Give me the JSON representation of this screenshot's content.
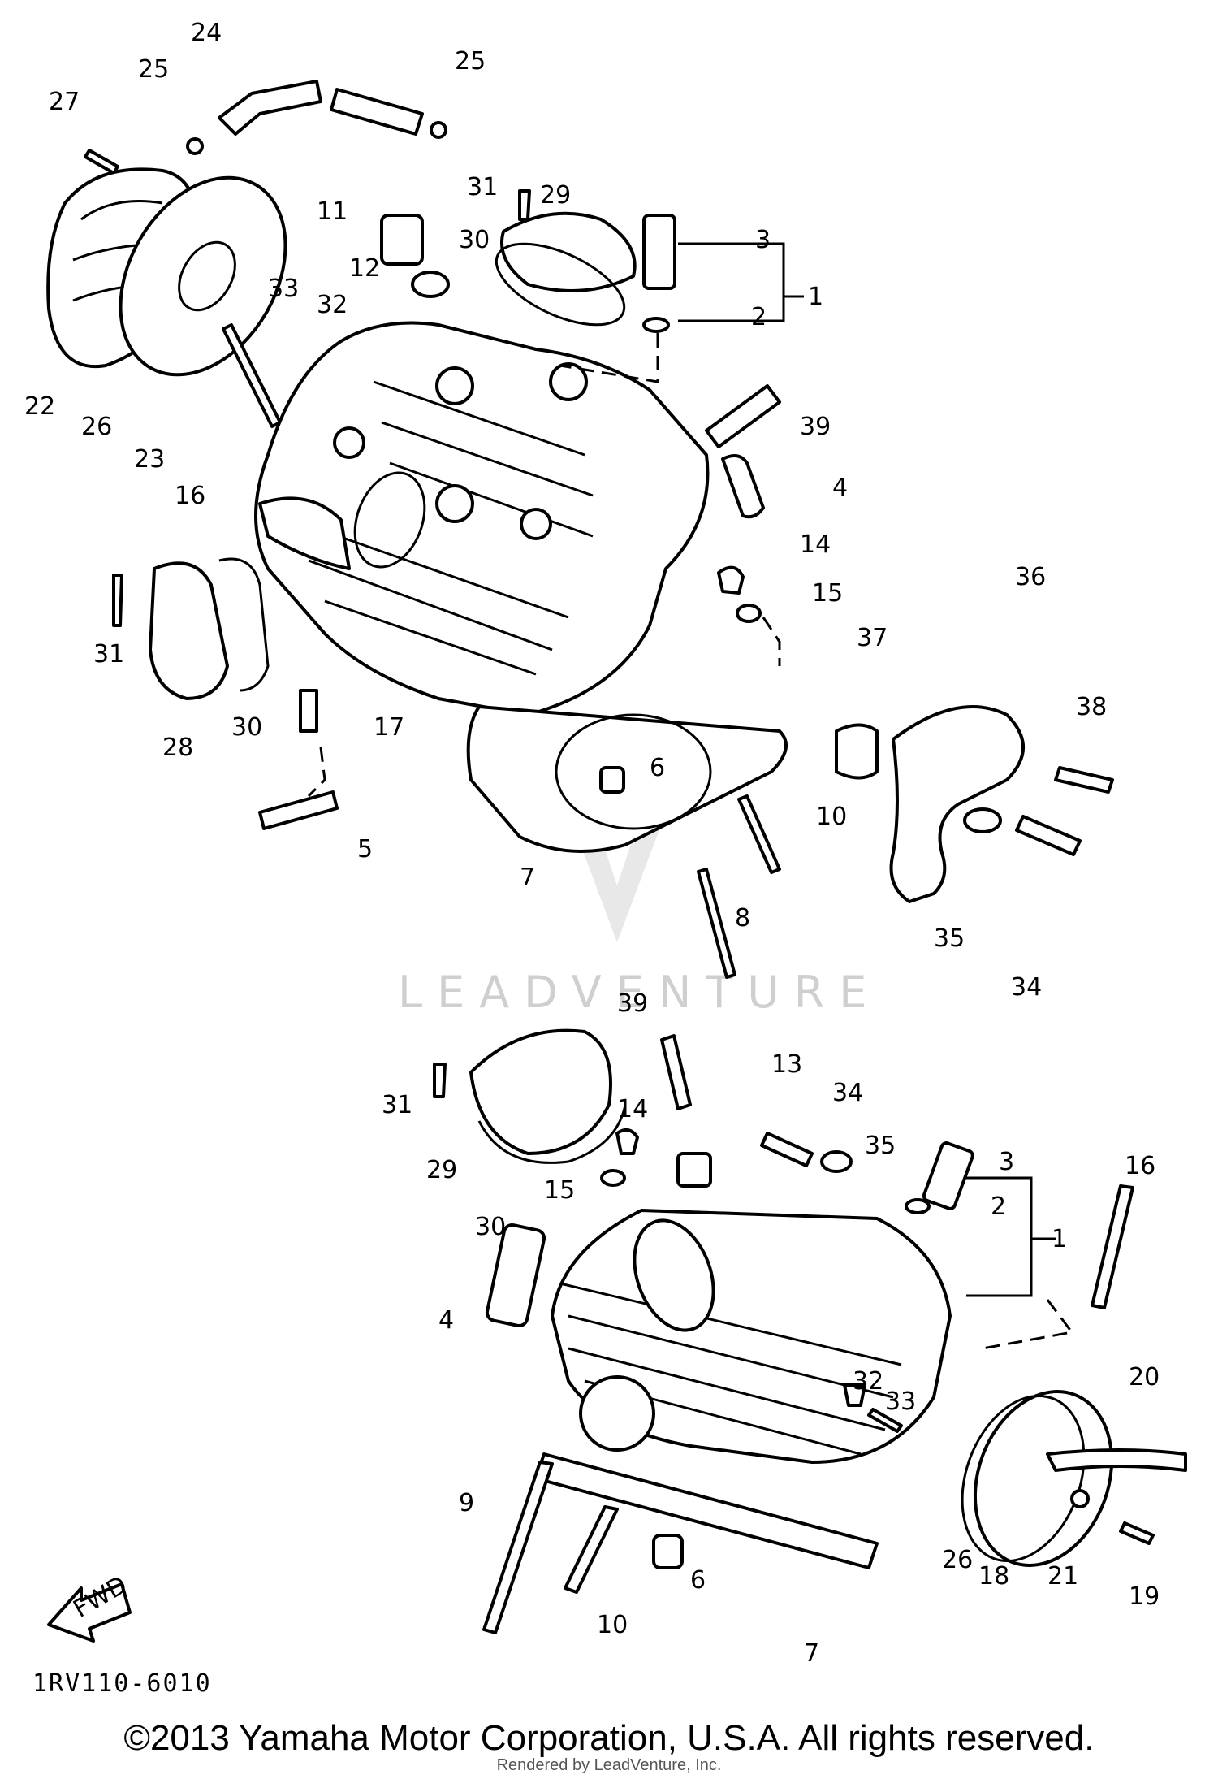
{
  "diagram": {
    "code": "1RV110-6010",
    "copyright": "©2013 Yamaha Motor Corporation, U.S.A. All rights reserved.",
    "render_credit": "Rendered by LeadVenture, Inc.",
    "watermark": "LEADVENTURE",
    "fwd_label": "FWD"
  },
  "callouts": {
    "top": [
      "24",
      "25",
      "25",
      "27",
      "31",
      "29",
      "11",
      "30",
      "3",
      "12",
      "1",
      "2",
      "33",
      "32",
      "22",
      "26",
      "23",
      "39",
      "16",
      "4",
      "14",
      "15",
      "36",
      "31",
      "37",
      "17",
      "30",
      "28",
      "6",
      "38",
      "10",
      "5",
      "7",
      "8",
      "35",
      "34"
    ],
    "bottom": [
      "39",
      "13",
      "34",
      "31",
      "14",
      "35",
      "3",
      "16",
      "29",
      "15",
      "2",
      "1",
      "30",
      "4",
      "32",
      "33",
      "20",
      "9",
      "26",
      "18",
      "21",
      "19",
      "6",
      "10",
      "7"
    ]
  },
  "colors": {
    "line": "#000000",
    "paper": "#ffffff",
    "watermark": "#cfcfcf"
  }
}
